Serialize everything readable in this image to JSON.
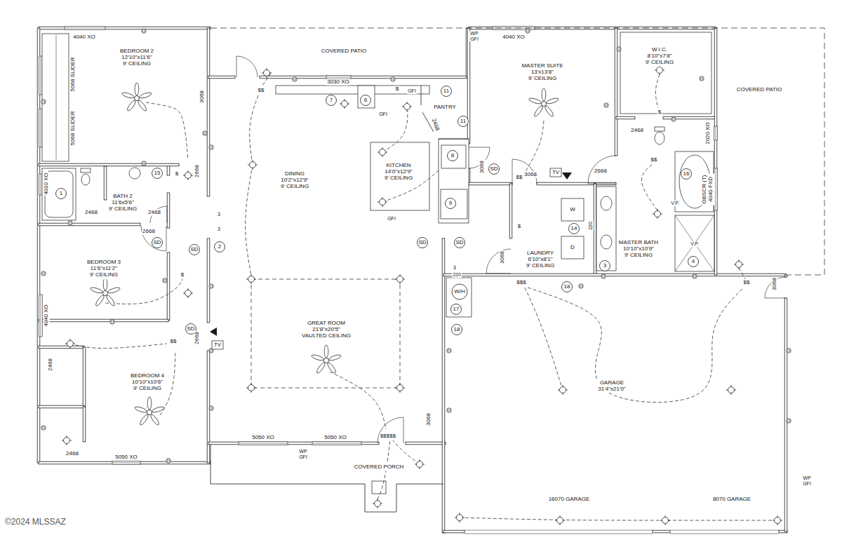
{
  "diagram": {
    "nodes": [
      {
        "text": [
          "BEDROOM 2",
          "12'10\"x11'6\"",
          "9' CEILING"
        ]
      },
      {
        "text": [
          "COVERED PATIO"
        ]
      },
      {
        "text": [
          "MASTER SUITE",
          "13'x13'8\"",
          "9' CEILING"
        ]
      },
      {
        "text": [
          "W.I.C.",
          "8'10\"x7'8\"",
          "9' CEILING"
        ]
      },
      {
        "text": [
          "COVERED PATIO"
        ]
      },
      {
        "text": [
          "PANTRY"
        ]
      },
      {
        "text": [
          "KITCHEN",
          "14'0\"x12'9\"",
          "9' CEILING"
        ]
      },
      {
        "text": [
          "DINING",
          "10'2\"x12'9\"",
          "9' CEILING"
        ]
      },
      {
        "text": [
          "BATH 2",
          "11'6x5'6\"",
          "9' CEILING"
        ]
      },
      {
        "text": [
          "MASTER BATH",
          "10'10\"x10'9\"",
          "9' CEILING"
        ]
      },
      {
        "text": [
          "LAUNDRY",
          "6'10\"x8'1\"",
          "9' CEILING"
        ]
      },
      {
        "text": [
          "BEDROOM 3",
          "11'6\"x11'2\"",
          "9' CEILING"
        ]
      },
      {
        "text": [
          "GREAT ROOM",
          "21'8\"x20'5\"",
          "VAULTED CEILING"
        ]
      },
      {
        "text": [
          "GARAGE",
          "31'4\"x21'0\""
        ]
      },
      {
        "text": [
          "BEDROOM 4",
          "10'10\"x10'6\"",
          "9' CEILING"
        ]
      },
      {
        "text": [
          "COVERED PORCH"
        ]
      }
    ],
    "labels": [
      "4040 XO",
      "5068 SLIDER",
      "5068 SLIDER",
      "3068",
      "3030 XO",
      "WP GFI",
      "4040 XO",
      "GFI",
      "2468",
      "2020 XO",
      "2468",
      "4010 XO",
      "2468",
      "2468",
      "2668",
      "GFI",
      "3068",
      "2668",
      "3068",
      "OBSCR (T) 4040 FXD",
      "GFI",
      "2668",
      "3068",
      "3068",
      "4040 XO",
      "2668",
      "2468",
      "2468",
      "5050 XO",
      "5050 XO",
      "5050 XO",
      "3068",
      "WP GFI",
      "16070 GARAGE",
      "8070 GARAGE",
      "WP GFI",
      "SD",
      "SD",
      "SD",
      "SD",
      "SD",
      "SD",
      "TV",
      "TV",
      "W",
      "D",
      "W/H",
      "V.P.",
      "V.P.",
      "220",
      "220",
      "3",
      "3",
      "3",
      "1",
      "2",
      "3",
      "4",
      "6",
      "7",
      "8",
      "9",
      "11",
      "11",
      "14",
      "15",
      "16",
      "17",
      "18",
      "18",
      "$$",
      "$",
      "$$",
      "$",
      "$$",
      "$",
      "$$",
      "$",
      "$$$$$",
      "$$$",
      "$$",
      "$",
      "©2024 MLSSAZ"
    ]
  }
}
